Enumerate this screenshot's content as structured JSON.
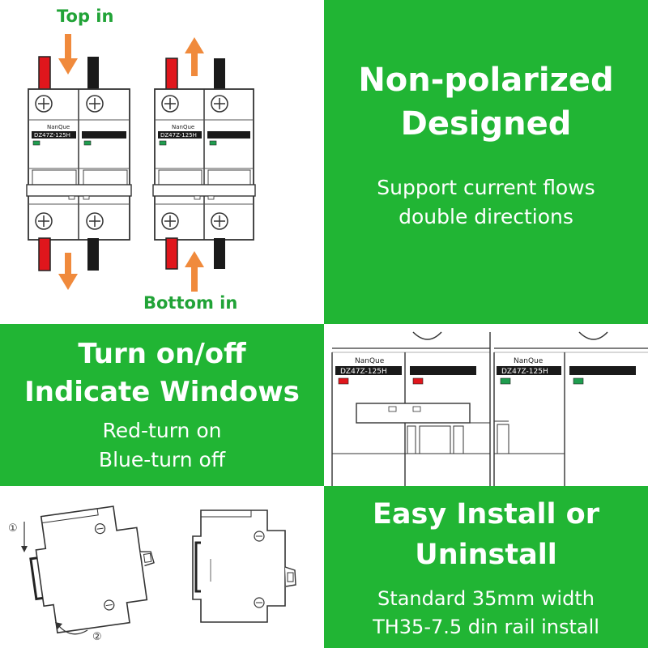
{
  "panel_top_left": {
    "label_top": "Top in",
    "label_bottom": "Bottom in",
    "breaker_brand": "NanQue",
    "breaker_model": "DZ47Z-125H"
  },
  "panel_top_right": {
    "title_line1": "Non-polarized",
    "title_line2": "Designed",
    "subtitle_line1": "Support current flows",
    "subtitle_line2": "double directions"
  },
  "panel_mid_left": {
    "title_line1": "Turn on/off",
    "title_line2": "Indicate Windows",
    "subtitle_line1": "Red-turn on",
    "subtitle_line2": "Blue-turn off"
  },
  "panel_mid_right": {
    "breaker_brand": "NanQue",
    "breaker_model": "DZ47Z-125H"
  },
  "panel_bottom_left": {
    "step1": "①",
    "step2": "②"
  },
  "panel_bottom_right": {
    "title_line1": "Easy Install or",
    "title_line2": "Uninstall",
    "subtitle_line1": "Standard 35mm width",
    "subtitle_line2": "TH35-7.5 din rail install"
  },
  "colors": {
    "brand_green": "#21b534",
    "label_green": "#21a337",
    "arrow_orange": "#f08a3c",
    "wire_red": "#e0161c",
    "wire_black": "#1a1a1a",
    "indicator_green": "#1f9d4f",
    "indicator_red": "#e0161c"
  }
}
